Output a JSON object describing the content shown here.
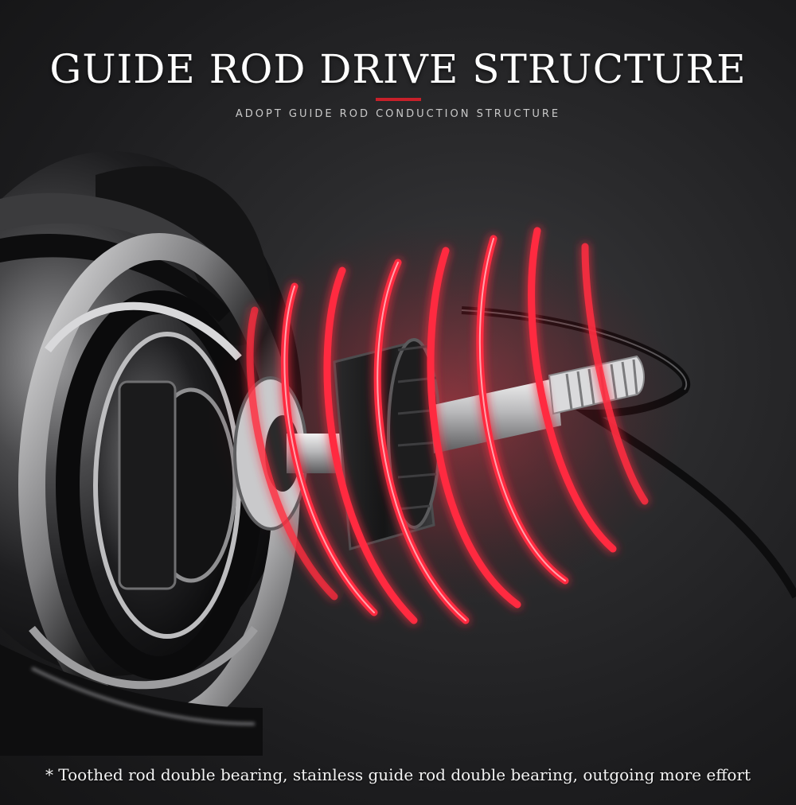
{
  "header": {
    "title": "GUIDE ROD DRIVE STRUCTURE",
    "subtitle": "ADOPT GUIDE ROD CONDUCTION STRUCTURE"
  },
  "footer": {
    "caption": "* Toothed rod double bearing, stainless guide rod double bearing, outgoing more effort"
  },
  "colors": {
    "accent": "#c8202a",
    "glow": "#ff2a3d",
    "background": "#1c1c1e"
  },
  "illustration": {
    "subject": "fishing-reel-guide-rod",
    "icon": "reel-mechanism-illustration"
  }
}
